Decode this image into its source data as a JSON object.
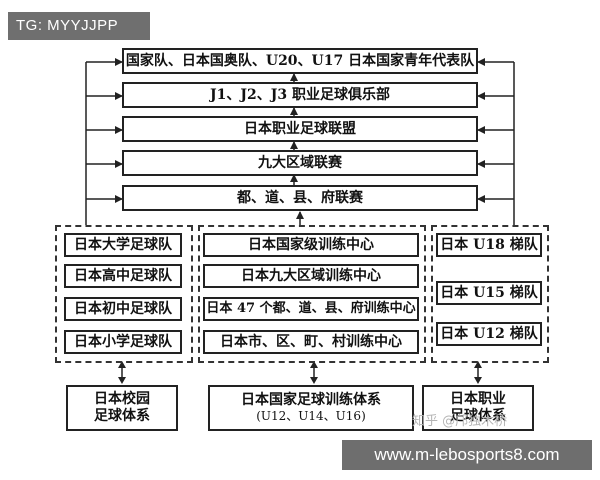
{
  "corner_tag": "TG: MYYJJPP",
  "tiers": [
    "国家队、日本国奥队、U20、U17 日本国家青年代表队",
    "J1、J2、J3 职业足球俱乐部",
    "日本职业足球联盟",
    "九大区域联赛",
    "都、道、县、府联赛"
  ],
  "left_group": [
    "日本大学足球队",
    "日本高中足球队",
    "日本初中足球队",
    "日本小学足球队"
  ],
  "center_group": [
    "日本国家级训练中心",
    "日本九大区域训练中心",
    "日本 47 个都、道、县、府训练中心",
    "日本市、区、町、村训练中心"
  ],
  "right_group": [
    "日本 U18 梯队",
    "日本 U15 梯队",
    "日本 U12 梯队"
  ],
  "systems": {
    "left": [
      "日本校园",
      "足球体系"
    ],
    "center": [
      "日本国家足球训练体系",
      "(U12、U14、U16)"
    ],
    "right": [
      "日本职业",
      "足球体系"
    ]
  },
  "watermark": "知乎 @邝独木桥",
  "url": "www.m-lebosports8.com"
}
